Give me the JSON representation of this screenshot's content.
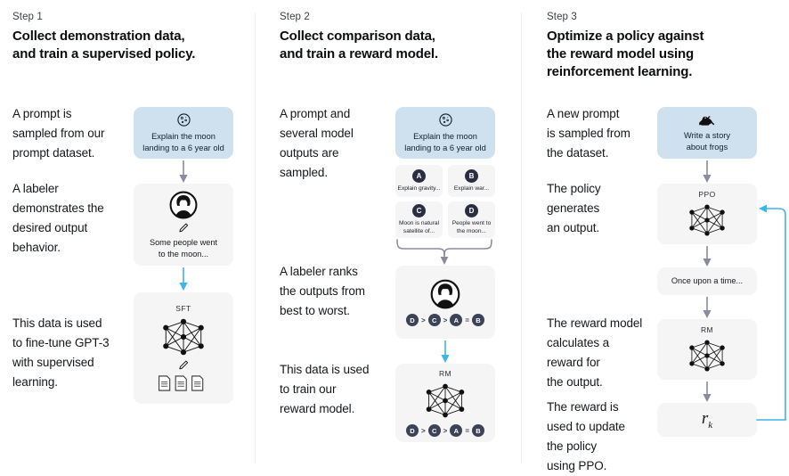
{
  "meta": {
    "title": "InstructGPT / RLHF three-step training diagram",
    "colors": {
      "background": "#ffffff",
      "prompt_card": "#cfe1ee",
      "model_card": "#f5f5f6",
      "grey_arrow": "#8a8aa0",
      "blue_arrow": "#3cb4f0",
      "badge": "#2b2d42",
      "divider": "#eceef0",
      "text": "#15181b"
    }
  },
  "steps": [
    {
      "label": "Step 1",
      "title": "Collect demonstration data,\nand train a supervised policy.",
      "paragraphs": [
        "A prompt is\nsampled from our\nprompt dataset.",
        "A labeler\ndemonstrates the\ndesired output\nbehavior.",
        "This data is used\nto fine-tune GPT-3\nwith supervised\nlearning."
      ],
      "cards": {
        "prompt": {
          "icon": "moon-icon",
          "text": "Explain the moon\nlanding to a 6 year old"
        },
        "demo": {
          "icon": "labeler-icon",
          "secondary_icon": "pencil-icon",
          "text": "Some people went\nto the moon..."
        },
        "sft": {
          "caption": "SFT",
          "icon": "neural-network-icon",
          "secondary_icon": "pencil-icon",
          "tertiary_icon": "documents-icon"
        }
      },
      "arrows": [
        {
          "name": "arrow-prompt-to-demo",
          "color": "grey"
        },
        {
          "name": "arrow-demo-to-sft",
          "color": "blue"
        }
      ]
    },
    {
      "label": "Step 2",
      "title": "Collect comparison data,\nand train a reward model.",
      "paragraphs": [
        "A prompt and\nseveral model\noutputs are\nsampled.",
        "A labeler ranks\nthe outputs from\nbest to worst.",
        "This data is used\nto train our\nreward model."
      ],
      "cards": {
        "prompt": {
          "icon": "moon-icon",
          "text": "Explain the moon\nlanding to a 6 year old"
        },
        "outputs": [
          {
            "badge": "A",
            "text": "Explain gravity..."
          },
          {
            "badge": "B",
            "text": "Explain war..."
          },
          {
            "badge": "C",
            "text": "Moon is natural\nsatellite of..."
          },
          {
            "badge": "D",
            "text": "People went to\nthe moon..."
          }
        ],
        "ranking": {
          "icon": "labeler-icon",
          "ranking": [
            "D",
            ">",
            "C",
            ">",
            "A",
            "=",
            "B"
          ]
        },
        "rm": {
          "caption": "RM",
          "icon": "neural-network-icon",
          "ranking": [
            "D",
            ">",
            "C",
            ">",
            "A",
            "=",
            "B"
          ]
        }
      },
      "arrows": [
        {
          "name": "brace-outputs-to-ranking",
          "color": "grey"
        },
        {
          "name": "arrow-ranking-to-rm",
          "color": "blue"
        }
      ]
    },
    {
      "label": "Step 3",
      "title": "Optimize a policy against\nthe reward model using\nreinforcement learning.",
      "paragraphs": [
        "A new prompt\nis sampled from\nthe dataset.",
        "The policy\ngenerates\nan output.",
        "The reward model\ncalculates a\nreward for\nthe output.",
        "The reward is\nused to update\nthe policy\nusing PPO."
      ],
      "cards": {
        "prompt": {
          "icon": "frog-icon",
          "text": "Write a story\nabout frogs"
        },
        "ppo": {
          "caption": "PPO",
          "icon": "neural-network-icon"
        },
        "output": {
          "text": "Once upon a time..."
        },
        "rm": {
          "caption": "RM",
          "icon": "neural-network-icon"
        },
        "reward": {
          "symbol": "r",
          "subscript": "k"
        }
      },
      "arrows": [
        {
          "name": "arrow-prompt-to-ppo",
          "color": "grey"
        },
        {
          "name": "arrow-ppo-to-output",
          "color": "grey"
        },
        {
          "name": "arrow-output-to-rm",
          "color": "grey"
        },
        {
          "name": "arrow-rm-to-reward",
          "color": "grey"
        },
        {
          "name": "loop-reward-to-ppo",
          "color": "blue"
        }
      ]
    }
  ]
}
